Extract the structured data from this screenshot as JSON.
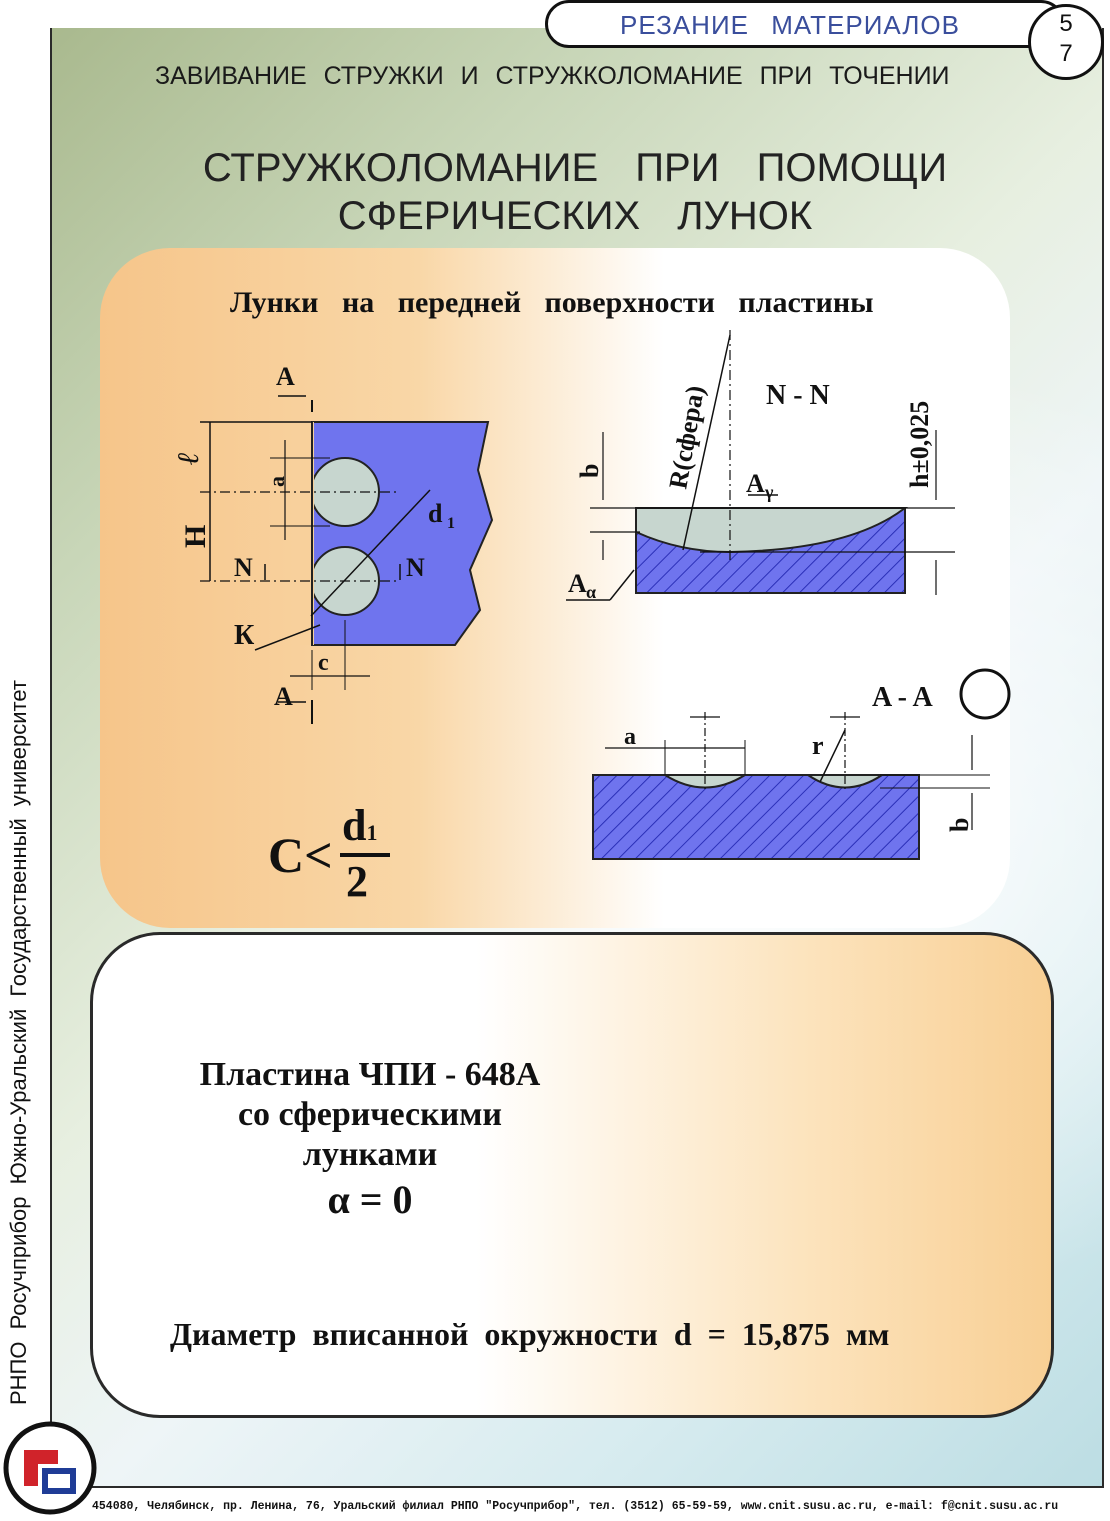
{
  "header": {
    "section_label": "РЕЗАНИЕ   МАТЕРИАЛОВ",
    "page_top": "5",
    "page_bottom": "7",
    "subtitle": "ЗАВИВАНИЕ  СТРУЖКИ И СТРУЖКОЛОМАНИЕ  ПРИ  ТОЧЕНИИ"
  },
  "title": {
    "line1": "СТРУЖКОЛОМАНИЕ  ПРИ  ПОМОЩИ",
    "line2": "СФЕРИЧЕСКИХ  ЛУНОК"
  },
  "panel1": {
    "heading": "Лунки  на передней  поверхности  пластины",
    "formula": {
      "lhs": "C<",
      "numerator": "d",
      "numerator_sub": "1",
      "denominator": "2"
    },
    "labels_left": {
      "A": "A",
      "l": "ℓ",
      "H": "H",
      "a": "a",
      "N": "N",
      "d": "d",
      "d_sub": "1",
      "K": "К",
      "c": "c"
    },
    "labels_nn": {
      "section": "N - N",
      "R": "R(сфера)",
      "b": "b",
      "A_gamma": "A",
      "gamma": "γ",
      "A_alpha": "A",
      "alpha": "α",
      "h": "h±0,025"
    },
    "labels_aa": {
      "section": "A - A",
      "a": "a",
      "r": "r",
      "b": "b"
    }
  },
  "panel2": {
    "caption_line1": "Пластина  ЧПИ - 648А",
    "caption_line2": "со  сферическими",
    "caption_line3": "лунками",
    "alpha_eq": "α = 0",
    "diameter": "Диаметр  вписанной  окружности  d = 15,875 мм"
  },
  "sidebar": {
    "text": "РНПО Росучприбор    Южно-Уральский Государственный университет"
  },
  "footer": {
    "text": "454080, Челябинск, пр. Ленина, 76, Уральский филиал РНПО \"Росучприбор\", тел. (3512) 65-59-59, www.cnit.susu.ac.ru,  e-mail: f@cnit.susu.ac.ru"
  },
  "colors": {
    "blue_fill": "#6f74ee",
    "hatch": "#3a3fcf",
    "title_blue": "#3a4e9c",
    "panel_orange": "#f6c58a"
  }
}
